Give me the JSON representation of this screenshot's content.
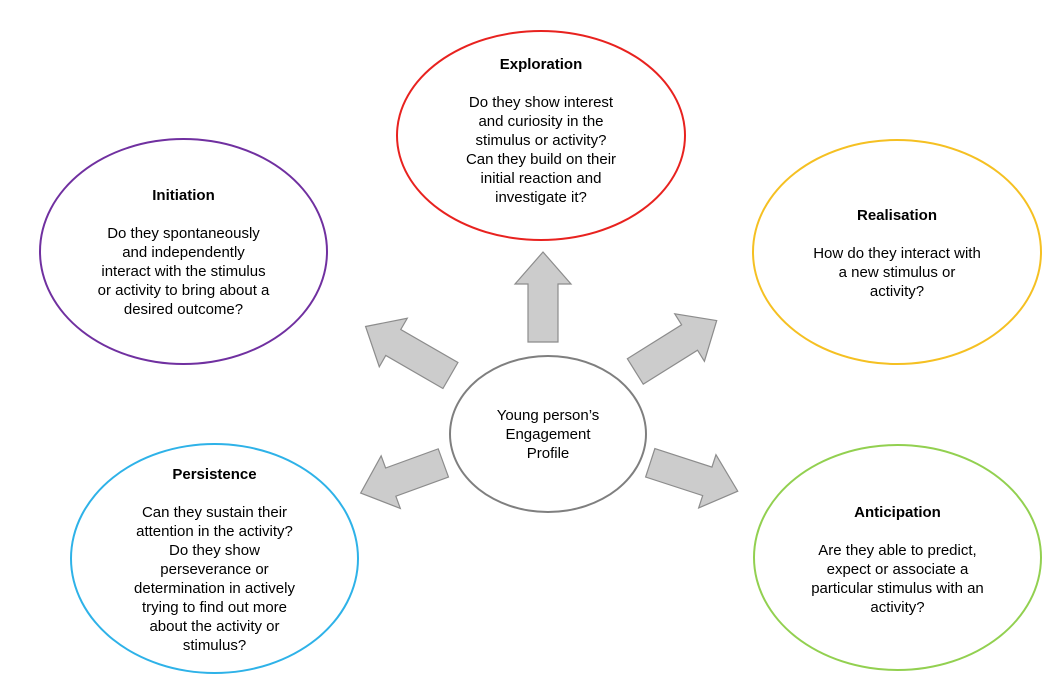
{
  "center": {
    "text": "Young person’s\nEngagement\nProfile",
    "border_color": "#7f7f7f"
  },
  "nodes": {
    "exploration": {
      "title": "Exploration",
      "text": "Do they show interest\nand curiosity in the\nstimulus or activity?\nCan they build on their\ninitial reaction and\ninvestigate it?",
      "border_color": "#e8221f"
    },
    "initiation": {
      "title": "Initiation",
      "text": "Do they spontaneously\nand independently\ninteract with the stimulus\nor activity to bring about a\ndesired outcome?",
      "border_color": "#7030a0"
    },
    "realisation": {
      "title": "Realisation",
      "text": "How do they interact with\na new stimulus or\nactivity?",
      "border_color": "#f5c022"
    },
    "persistence": {
      "title": "Persistence",
      "text": "Can they sustain their\nattention in the activity?\nDo they show\nperseverance or\ndetermination in actively\ntrying to find out more\nabout the activity or\nstimulus?",
      "border_color": "#2eb2e8"
    },
    "anticipation": {
      "title": "Anticipation",
      "text": "Are they able to predict,\nexpect or associate a\nparticular stimulus with an\nactivity?",
      "border_color": "#92d050"
    }
  },
  "arrow_fill": "#cccccc",
  "arrow_stroke": "#8c8c8c"
}
